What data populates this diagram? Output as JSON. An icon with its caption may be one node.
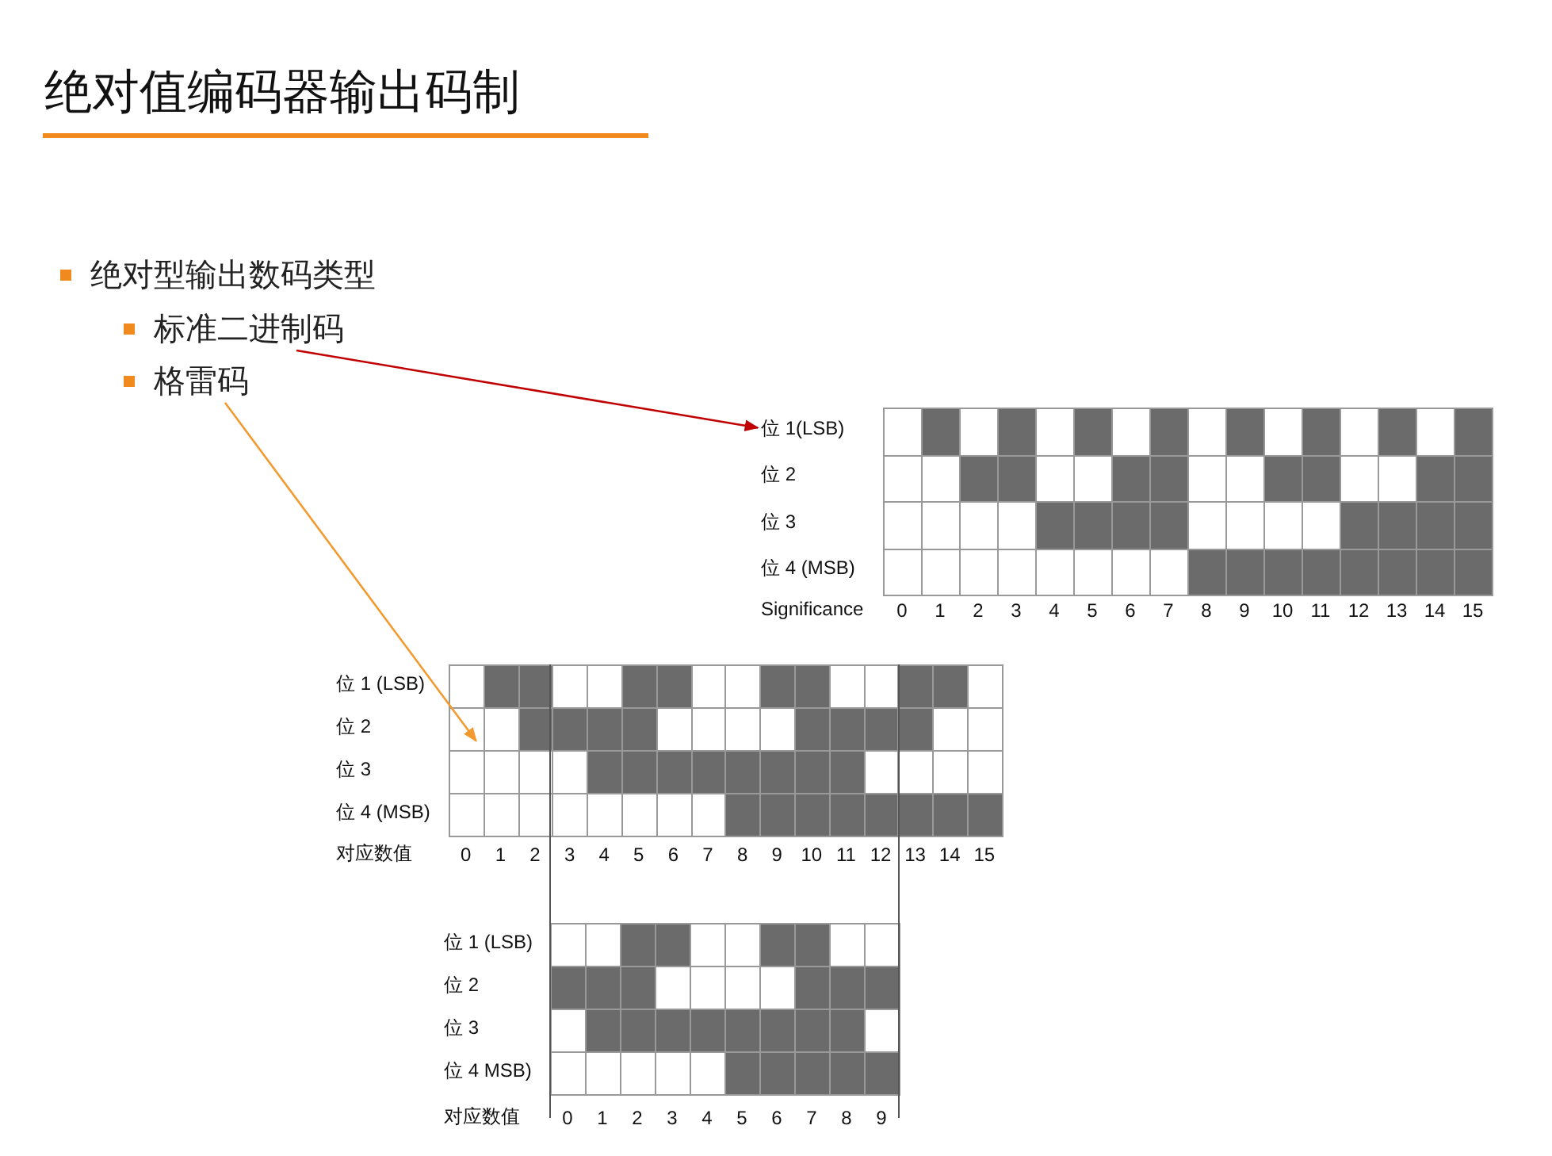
{
  "diagram": {
    "title": "绝对值编码器输出码制",
    "nodes": [
      {
        "text": [
          "标准二进制码"
        ]
      },
      {
        "text": [
          "格雷码"
        ]
      },
      {
        "text": [
          "位 1(LSB)"
        ]
      },
      {
        "text": [],
        "shape": "box"
      }
    ],
    "edges": [
      {
        "from": 0,
        "to": 2,
        "arrow": "to",
        "color": "#c00000"
      },
      {
        "from": 1,
        "to": 3,
        "arrow": "to",
        "color": "#f39a2e"
      }
    ],
    "labels": [
      "绝对型输出数码类型",
      "位 2",
      "位 3",
      "位 4 (MSB)",
      "Significance",
      "0",
      "1",
      "2",
      "3",
      "4",
      "5",
      "6",
      "7",
      "8",
      "9",
      "10",
      "11",
      "12",
      "13",
      "14",
      "15",
      "位 1 (LSB)",
      "位 2",
      "位 3",
      "位 4 (MSB)",
      "对应数值",
      "0",
      "1",
      "2",
      "3",
      "4",
      "5",
      "6",
      "7",
      "8",
      "9",
      "10",
      "11",
      "12",
      "13",
      "14",
      "15",
      "位 1 (LSB)",
      "位 2",
      "位 3",
      "位 4 MSB)",
      "对应数值",
      "0",
      "1",
      "2",
      "3",
      "4",
      "5",
      "6",
      "7",
      "8",
      "9"
    ]
  }
}
